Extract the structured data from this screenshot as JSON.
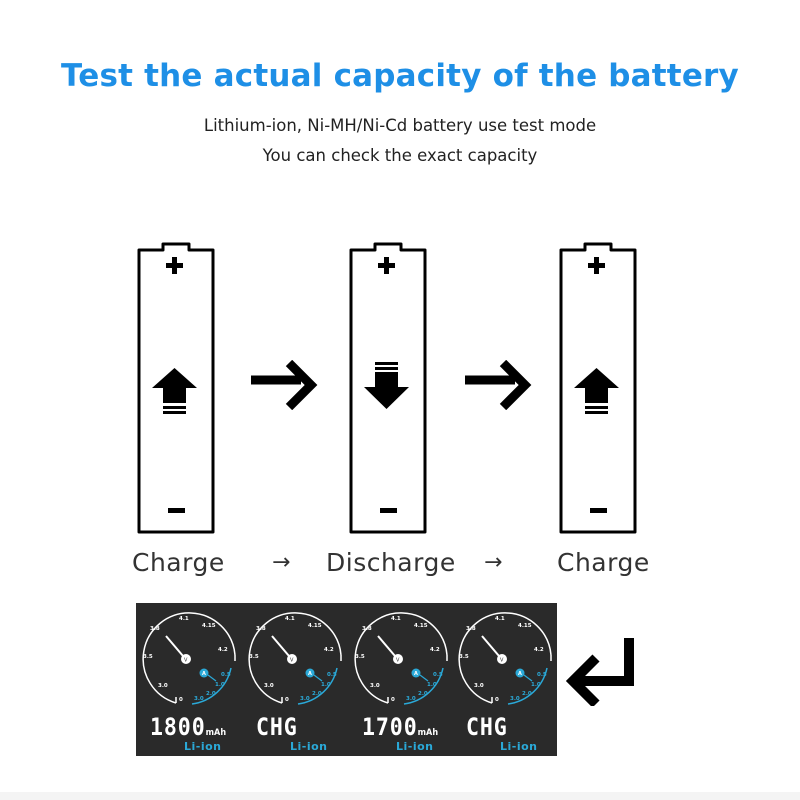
{
  "header": {
    "title": "Test the actual capacity of the battery",
    "subtitle_line1": "Lithium-ion, Ni-MH/Ni-Cd battery use test mode",
    "subtitle_line2": "You can check the exact capacity"
  },
  "batteries": [
    {
      "plus": "+",
      "minus": "−",
      "direction": "up",
      "icon": "charge-up-arrow-icon"
    },
    {
      "plus": "+",
      "minus": "−",
      "direction": "down",
      "icon": "discharge-down-arrow-icon"
    },
    {
      "plus": "+",
      "minus": "−",
      "direction": "up",
      "icon": "charge-up-arrow-icon"
    }
  ],
  "steps": {
    "labels": [
      "Charge",
      "Discharge",
      "Charge"
    ],
    "arrow": "→"
  },
  "colors": {
    "title": "#1e8fe6",
    "panel_bg": "#2a2a2a",
    "accent_cyan": "#2aa9d8"
  },
  "display_panel": {
    "gauges": [
      {
        "reading": "1800",
        "unit": "mAh",
        "chemistry": "Li-ion"
      },
      {
        "reading": "CHG",
        "unit": "",
        "chemistry": "Li-ion"
      },
      {
        "reading": "1700",
        "unit": "mAh",
        "chemistry": "Li-ion"
      },
      {
        "reading": "CHG",
        "unit": "",
        "chemistry": "Li-ion"
      }
    ],
    "voltage_scale": [
      "3.0",
      "3.5",
      "3.8",
      "4.1",
      "4.15",
      "4.2",
      "0"
    ],
    "current_scale": [
      "0.5",
      "1.0",
      "2.0",
      "3.0"
    ],
    "voltage_symbol": "V",
    "current_symbol": "A"
  }
}
